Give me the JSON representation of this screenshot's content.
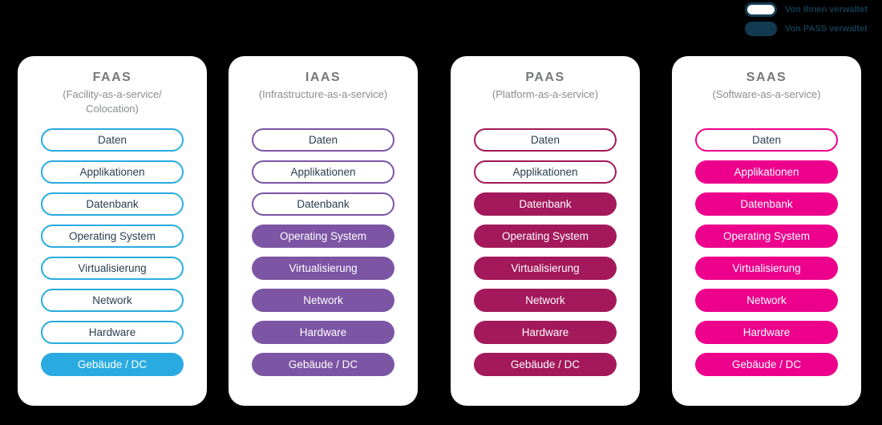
{
  "canvas": {
    "background": "#000000"
  },
  "legend": {
    "text_color": "#123B52",
    "swatch_color": "#123B52",
    "items": [
      {
        "label": "Von Ihnen verwaltet",
        "style": "outlined"
      },
      {
        "label": "Von PASS verwaltet",
        "style": "filled"
      }
    ]
  },
  "layers": [
    "Daten",
    "Applikationen",
    "Datenbank",
    "Operating System",
    "Virtualisierung",
    "Network",
    "Hardware",
    "Gebäude / DC"
  ],
  "columns": [
    {
      "title": "FAAS",
      "subtitle": "(Facility-as-a-service/\nColocation)",
      "color": "#29ABE2",
      "pills": [
        {
          "label": "Daten",
          "managed": "you"
        },
        {
          "label": "Applikationen",
          "managed": "you"
        },
        {
          "label": "Datenbank",
          "managed": "you"
        },
        {
          "label": "Operating System",
          "managed": "you"
        },
        {
          "label": "Virtualisierung",
          "managed": "you"
        },
        {
          "label": "Network",
          "managed": "you"
        },
        {
          "label": "Hardware",
          "managed": "you"
        },
        {
          "label": "Gebäude / DC",
          "managed": "provider"
        }
      ]
    },
    {
      "title": "IAAS",
      "subtitle": "(Infrastructure-as-a-service)",
      "color": "#7C55A5",
      "pills": [
        {
          "label": "Daten",
          "managed": "you"
        },
        {
          "label": "Applikationen",
          "managed": "you"
        },
        {
          "label": "Datenbank",
          "managed": "you"
        },
        {
          "label": "Operating System",
          "managed": "provider"
        },
        {
          "label": "Virtualisierung",
          "managed": "provider"
        },
        {
          "label": "Network",
          "managed": "provider"
        },
        {
          "label": "Hardware",
          "managed": "provider"
        },
        {
          "label": "Gebäude / DC",
          "managed": "provider"
        }
      ]
    },
    {
      "title": "PAAS",
      "subtitle": "(Platform-as-a-service)",
      "color": "#A3195B",
      "pills": [
        {
          "label": "Daten",
          "managed": "you"
        },
        {
          "label": "Applikationen",
          "managed": "you"
        },
        {
          "label": "Datenbank",
          "managed": "provider"
        },
        {
          "label": "Operating System",
          "managed": "provider"
        },
        {
          "label": "Virtualisierung",
          "managed": "provider"
        },
        {
          "label": "Network",
          "managed": "provider"
        },
        {
          "label": "Hardware",
          "managed": "provider"
        },
        {
          "label": "Gebäude / DC",
          "managed": "provider"
        }
      ]
    },
    {
      "title": "SAAS",
      "subtitle": "(Software-as-a-service)",
      "color": "#EC008C",
      "pills": [
        {
          "label": "Daten",
          "managed": "you"
        },
        {
          "label": "Applikationen",
          "managed": "provider"
        },
        {
          "label": "Datenbank",
          "managed": "provider"
        },
        {
          "label": "Operating System",
          "managed": "provider"
        },
        {
          "label": "Virtualisierung",
          "managed": "provider"
        },
        {
          "label": "Network",
          "managed": "provider"
        },
        {
          "label": "Hardware",
          "managed": "provider"
        },
        {
          "label": "Gebäude / DC",
          "managed": "provider"
        }
      ]
    }
  ]
}
